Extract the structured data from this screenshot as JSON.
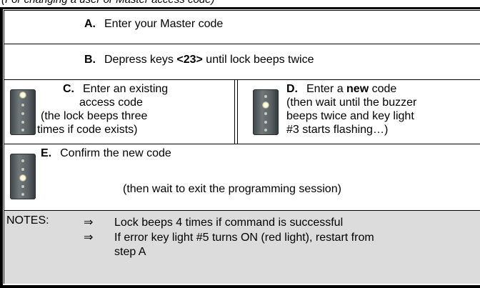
{
  "caption": "(For changing a user or Master access code)",
  "steps": {
    "a": {
      "label": "A.",
      "text": "Enter your Master code"
    },
    "b": {
      "label": "B.",
      "pre": "Depress keys ",
      "keys": "<23>",
      "post": " until lock beeps twice"
    },
    "c": {
      "label": "C.",
      "lines": [
        "Enter an existing",
        "access code",
        "(the lock beeps three",
        "times if code exists)"
      ]
    },
    "d": {
      "label": "D.",
      "pre": "Enter a ",
      "bold": "new",
      "post": " code",
      "lines": [
        "(then wait until the buzzer",
        "beeps twice and key light",
        "#3 starts flashing…)"
      ]
    },
    "e": {
      "label": "E.",
      "text": "Confirm the new code",
      "sub": "(then wait to exit the programming session)"
    }
  },
  "keypads": {
    "c": {
      "lit_key": 1
    },
    "d": {
      "lit_key": 2
    },
    "e": {
      "lit_key": 3
    }
  },
  "notes": {
    "heading": "NOTES:",
    "arrow_glyph": "⇒",
    "items": [
      "Lock beeps 4 times if command is successful",
      "If error key light #5 turns ON (red light), restart from",
      "step A"
    ]
  }
}
